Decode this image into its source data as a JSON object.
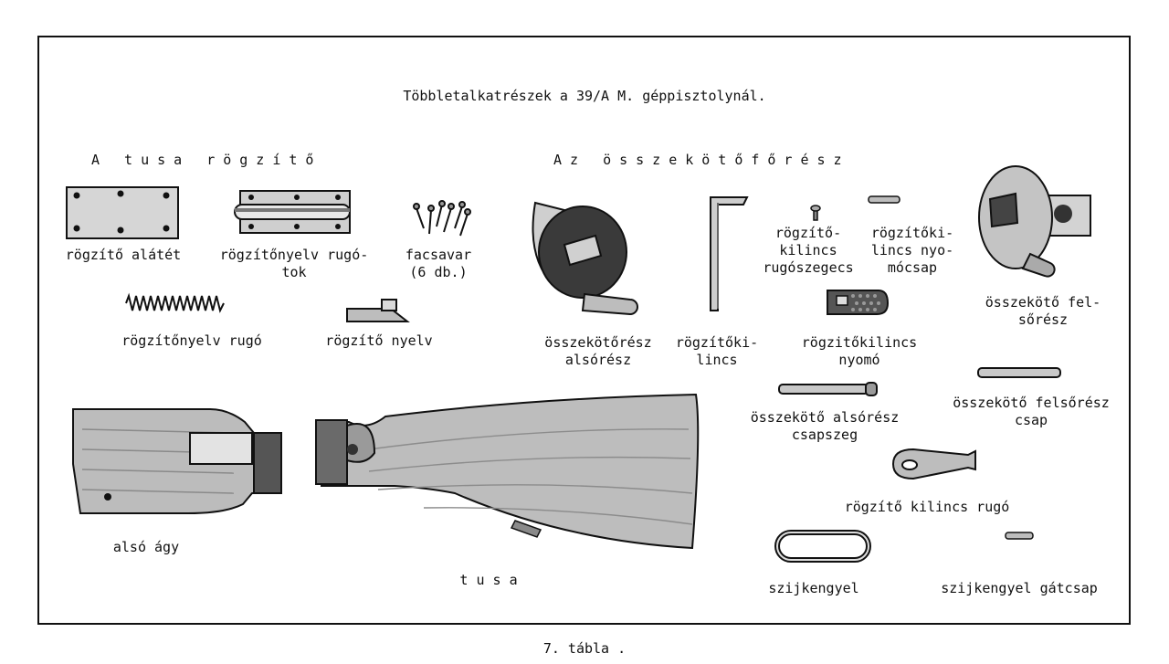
{
  "plate": {
    "title": "Többletalkatrészek a 39/A M. géppisztolynál.",
    "footer": "7. tábla ."
  },
  "groups": {
    "stock_lock": "A tusa rögzítő",
    "connector": "Az összekötőfőrész"
  },
  "labels": {
    "lock_washer": "rögzítő alátét",
    "tongue_spring_housing": "rögzítőnyelv rugó-\ntok",
    "wood_screw": "facsavar\n(6 db.)",
    "tongue_spring": "rögzítőnyelv rugó",
    "lock_tongue": "rögzítő nyelv",
    "connector_lower": "összekötőrész\nalsórész",
    "latch": "rögzítőki-\nlincs",
    "latch_spring_pin": "rögzítő-\nkilincs\nrugószegecs",
    "latch_press_pin": "rögzítőki-\nlincs nyo-\nmócsap",
    "latch_press": "rögzitőkilincs\nnyomó",
    "connector_upper": "összekötő fel-\nsőrész",
    "connector_lower_pin": "összekötő alsórész\ncsapszeg",
    "connector_upper_pin": "összekötő felsőrész\ncsap",
    "latch_spring": "rögzítő kilincs rugó",
    "sling_loop": "szijkengyel",
    "sling_loop_pin": "szijkengyel gátcsap",
    "lower_stock": "alsó ágy",
    "stock": "t u s a"
  },
  "colors": {
    "ink": "#111111",
    "metal": "#c9c9c9",
    "metal_dark": "#555555",
    "wood": "#b9b9b9",
    "wood_dark": "#6a6a6a"
  }
}
